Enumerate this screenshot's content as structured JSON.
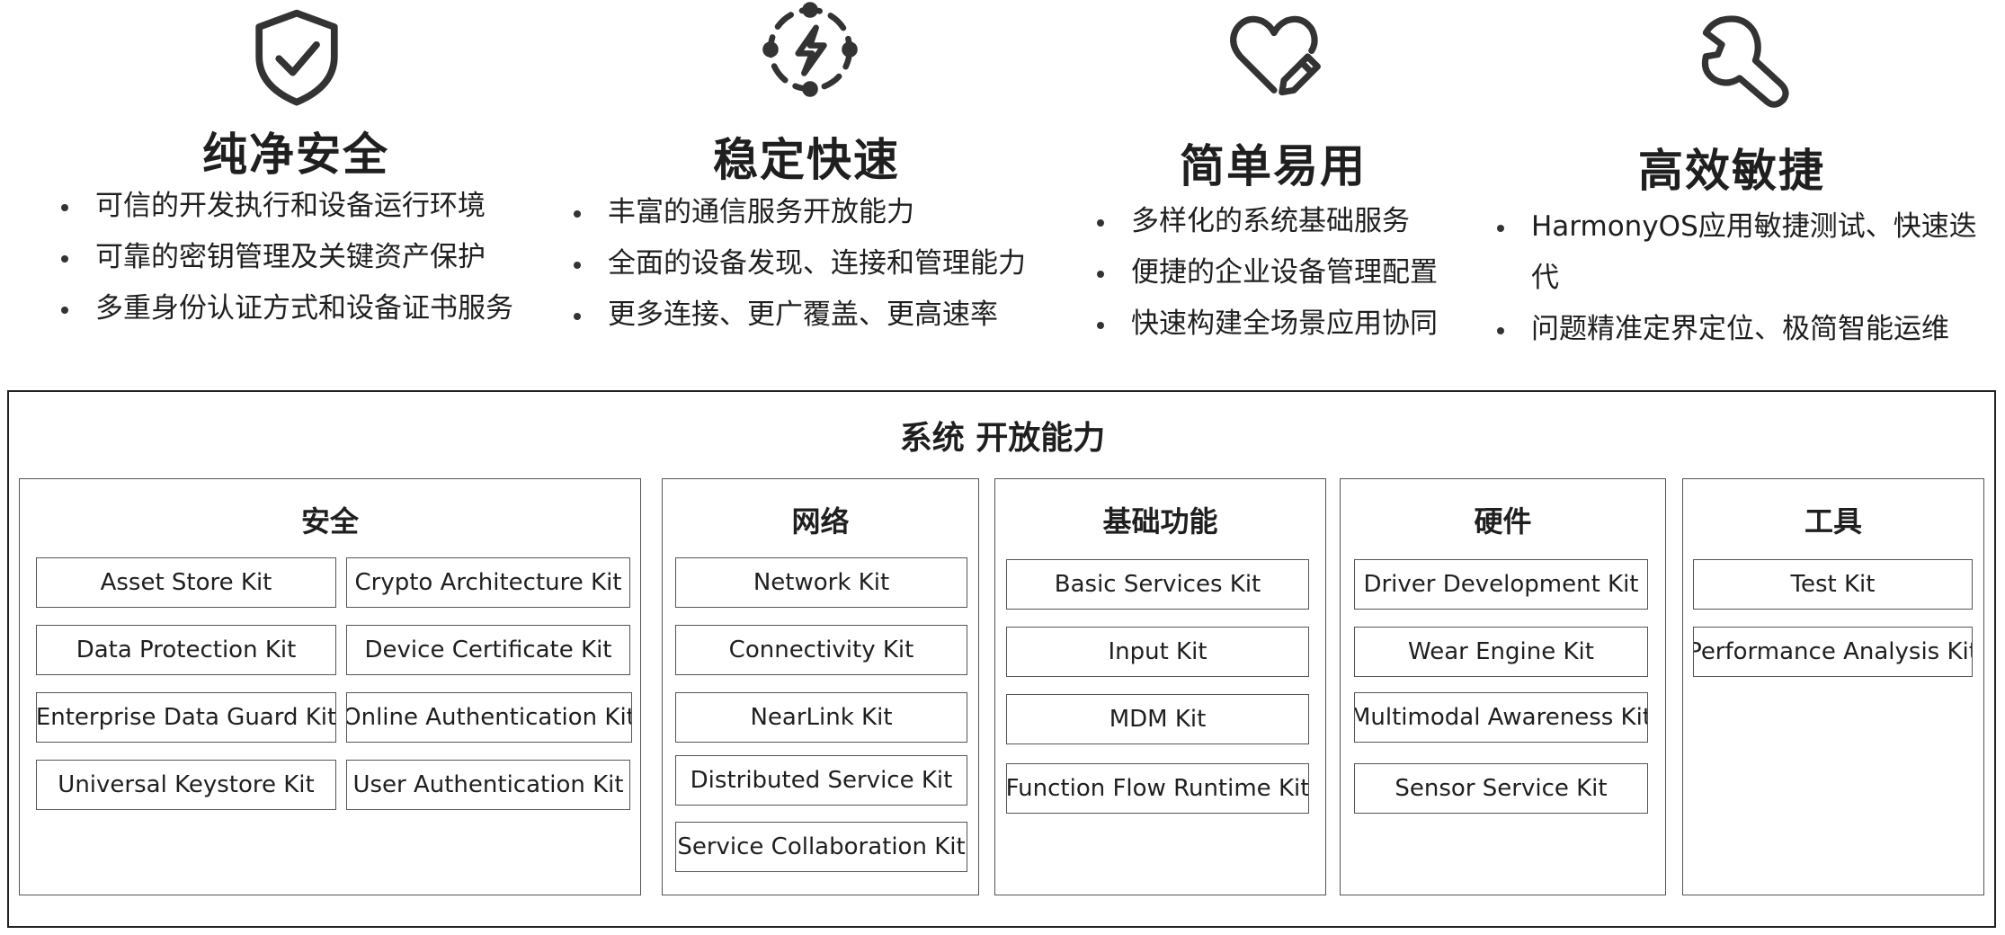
{
  "features": [
    {
      "title": "纯净安全",
      "icon": "shield-check-icon",
      "items": [
        "可信的开发执行和设备运行环境",
        "可靠的密钥管理及关键资产保护",
        "多重身份认证方式和设备证书服务"
      ]
    },
    {
      "title": "稳定快速",
      "icon": "lightning-circle-icon",
      "items": [
        "丰富的通信服务开放能力",
        "全面的设备发现、连接和管理能力",
        "更多连接、更广覆盖、更高速率"
      ]
    },
    {
      "title": "简单易用",
      "icon": "heart-pencil-icon",
      "items": [
        "多样化的系统基础服务",
        "便捷的企业设备管理配置",
        "快速构建全场景应用协同"
      ]
    },
    {
      "title": "高效敏捷",
      "icon": "wrench-icon",
      "items": [
        "HarmonyOS应用敏捷测试、快速迭代",
        "问题精准定界定位、极简智能运维"
      ]
    }
  ],
  "system": {
    "title": "系统 开放能力",
    "columns": [
      {
        "title": "安全",
        "kits": [
          "Asset Store Kit",
          "Crypto Architecture Kit",
          "Data Protection Kit",
          "Device Certificate Kit",
          "Enterprise Data Guard Kit",
          "Online Authentication Kit",
          "Universal Keystore Kit",
          "User Authentication Kit"
        ]
      },
      {
        "title": "网络",
        "kits": [
          "Network Kit",
          "Connectivity Kit",
          "NearLink Kit",
          "Distributed Service Kit",
          "Service Collaboration Kit"
        ]
      },
      {
        "title": "基础功能",
        "kits": [
          "Basic Services Kit",
          "Input Kit",
          "MDM Kit",
          "Function Flow Runtime Kit"
        ]
      },
      {
        "title": "硬件",
        "kits": [
          "Driver Development Kit",
          "Wear Engine Kit",
          "Multimodal Awareness Kit",
          "Sensor Service Kit"
        ]
      },
      {
        "title": "工具",
        "kits": [
          "Test Kit",
          "Performance Analysis Kit"
        ]
      }
    ]
  }
}
